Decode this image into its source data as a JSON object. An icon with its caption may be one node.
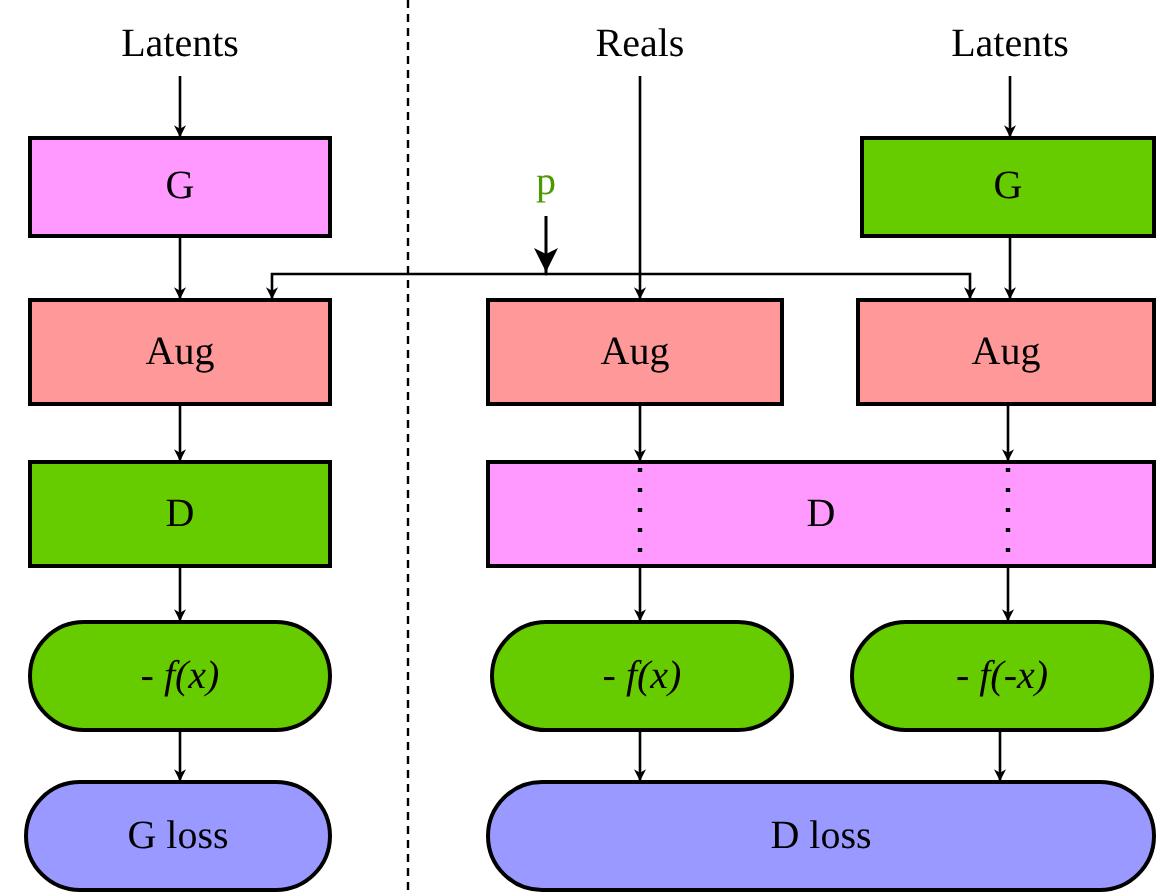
{
  "diagram": {
    "nodes": [
      {
        "text": [
          "Latents"
        ]
      },
      {
        "text": [
          "G"
        ]
      },
      {
        "text": [
          "Aug"
        ]
      },
      {
        "text": [
          "D"
        ]
      },
      {
        "text": [
          "- *f(x)*"
        ]
      },
      {
        "text": [
          "G loss"
        ]
      },
      {
        "text": [
          "p"
        ]
      },
      {
        "text": [
          "Reals"
        ]
      },
      {
        "text": [
          "Latents"
        ]
      },
      {
        "text": [
          "G"
        ]
      },
      {
        "text": [
          "Aug"
        ]
      },
      {
        "text": [
          "Aug"
        ]
      },
      {
        "text": [
          "D"
        ]
      },
      {
        "text": [
          "- *f(x)*"
        ]
      },
      {
        "text": [
          "- *f(-x)*"
        ]
      },
      {
        "text": [
          "D loss"
        ]
      }
    ],
    "edges": [
      {
        "from": 0,
        "to": 1,
        "arrow": "to"
      },
      {
        "from": 1,
        "to": 2,
        "arrow": "to"
      },
      {
        "from": 2,
        "to": 3,
        "arrow": "to"
      },
      {
        "from": 3,
        "to": 4,
        "arrow": "to"
      },
      {
        "from": 4,
        "to": 5,
        "arrow": "to"
      },
      {
        "from": 6,
        "to": 2,
        "arrow": "to"
      },
      {
        "from": 6,
        "to": 11,
        "arrow": "to"
      },
      {
        "from": 7,
        "to": 10,
        "arrow": "to"
      },
      {
        "from": 8,
        "to": 9,
        "arrow": "to"
      },
      {
        "from": 9,
        "to": 11,
        "arrow": "to"
      },
      {
        "from": 10,
        "to": 12,
        "arrow": "to"
      },
      {
        "from": 11,
        "to": 12,
        "arrow": "to"
      },
      {
        "from": 12,
        "to": 13,
        "arrow": "to"
      },
      {
        "from": 12,
        "to": 14,
        "arrow": "to"
      },
      {
        "from": 13,
        "to": 15,
        "arrow": "to"
      },
      {
        "from": 14,
        "to": 15,
        "arrow": "to"
      }
    ]
  }
}
